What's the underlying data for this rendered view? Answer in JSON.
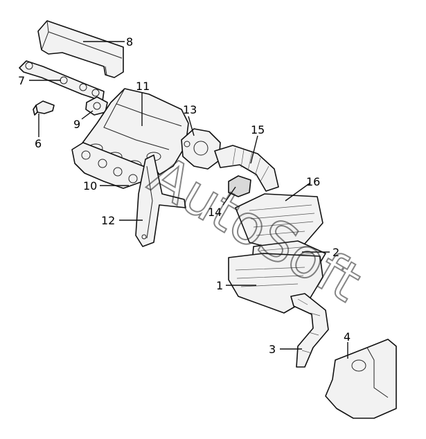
{
  "watermark": "AutoSoft",
  "callouts": [
    {
      "id": "1",
      "label": "1"
    },
    {
      "id": "2",
      "label": "2"
    },
    {
      "id": "3",
      "label": "3"
    },
    {
      "id": "4",
      "label": "4"
    },
    {
      "id": "6",
      "label": "6"
    },
    {
      "id": "7",
      "label": "7"
    },
    {
      "id": "8",
      "label": "8"
    },
    {
      "id": "9",
      "label": "9"
    },
    {
      "id": "10",
      "label": "10"
    },
    {
      "id": "11",
      "label": "11"
    },
    {
      "id": "12",
      "label": "12"
    },
    {
      "id": "13",
      "label": "13"
    },
    {
      "id": "14",
      "label": "14"
    },
    {
      "id": "15",
      "label": "15"
    },
    {
      "id": "16",
      "label": "16"
    }
  ]
}
